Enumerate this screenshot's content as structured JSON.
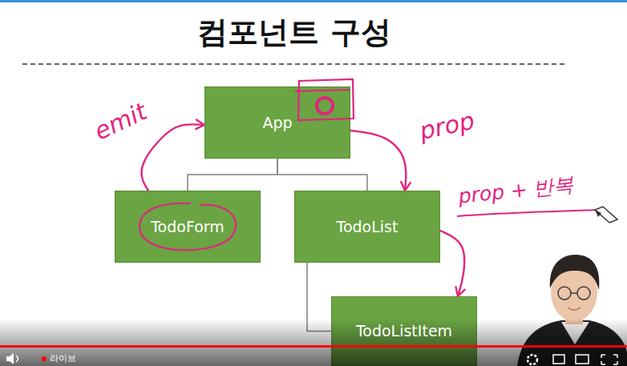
{
  "diagram": {
    "title": "컴포넌트 구성",
    "nodes": [
      {
        "text": [
          "App"
        ]
      },
      {
        "text": [
          "TodoForm"
        ]
      },
      {
        "text": [
          "TodoList"
        ]
      },
      {
        "text": [
          "TodoListItem"
        ]
      }
    ],
    "edges": [
      {
        "from": 0,
        "to": 1,
        "arrow": "none"
      },
      {
        "from": 0,
        "to": 2,
        "arrow": "none"
      },
      {
        "from": 2,
        "to": 3,
        "arrow": "none"
      },
      {
        "from": 1,
        "to": 0,
        "arrow": "to",
        "label": "emit"
      },
      {
        "from": 0,
        "to": 2,
        "arrow": "to",
        "label": "prop"
      },
      {
        "from": 2,
        "to": 3,
        "arrow": "to",
        "label": "prop + 반복"
      }
    ],
    "labels": [
      "라이브"
    ]
  }
}
